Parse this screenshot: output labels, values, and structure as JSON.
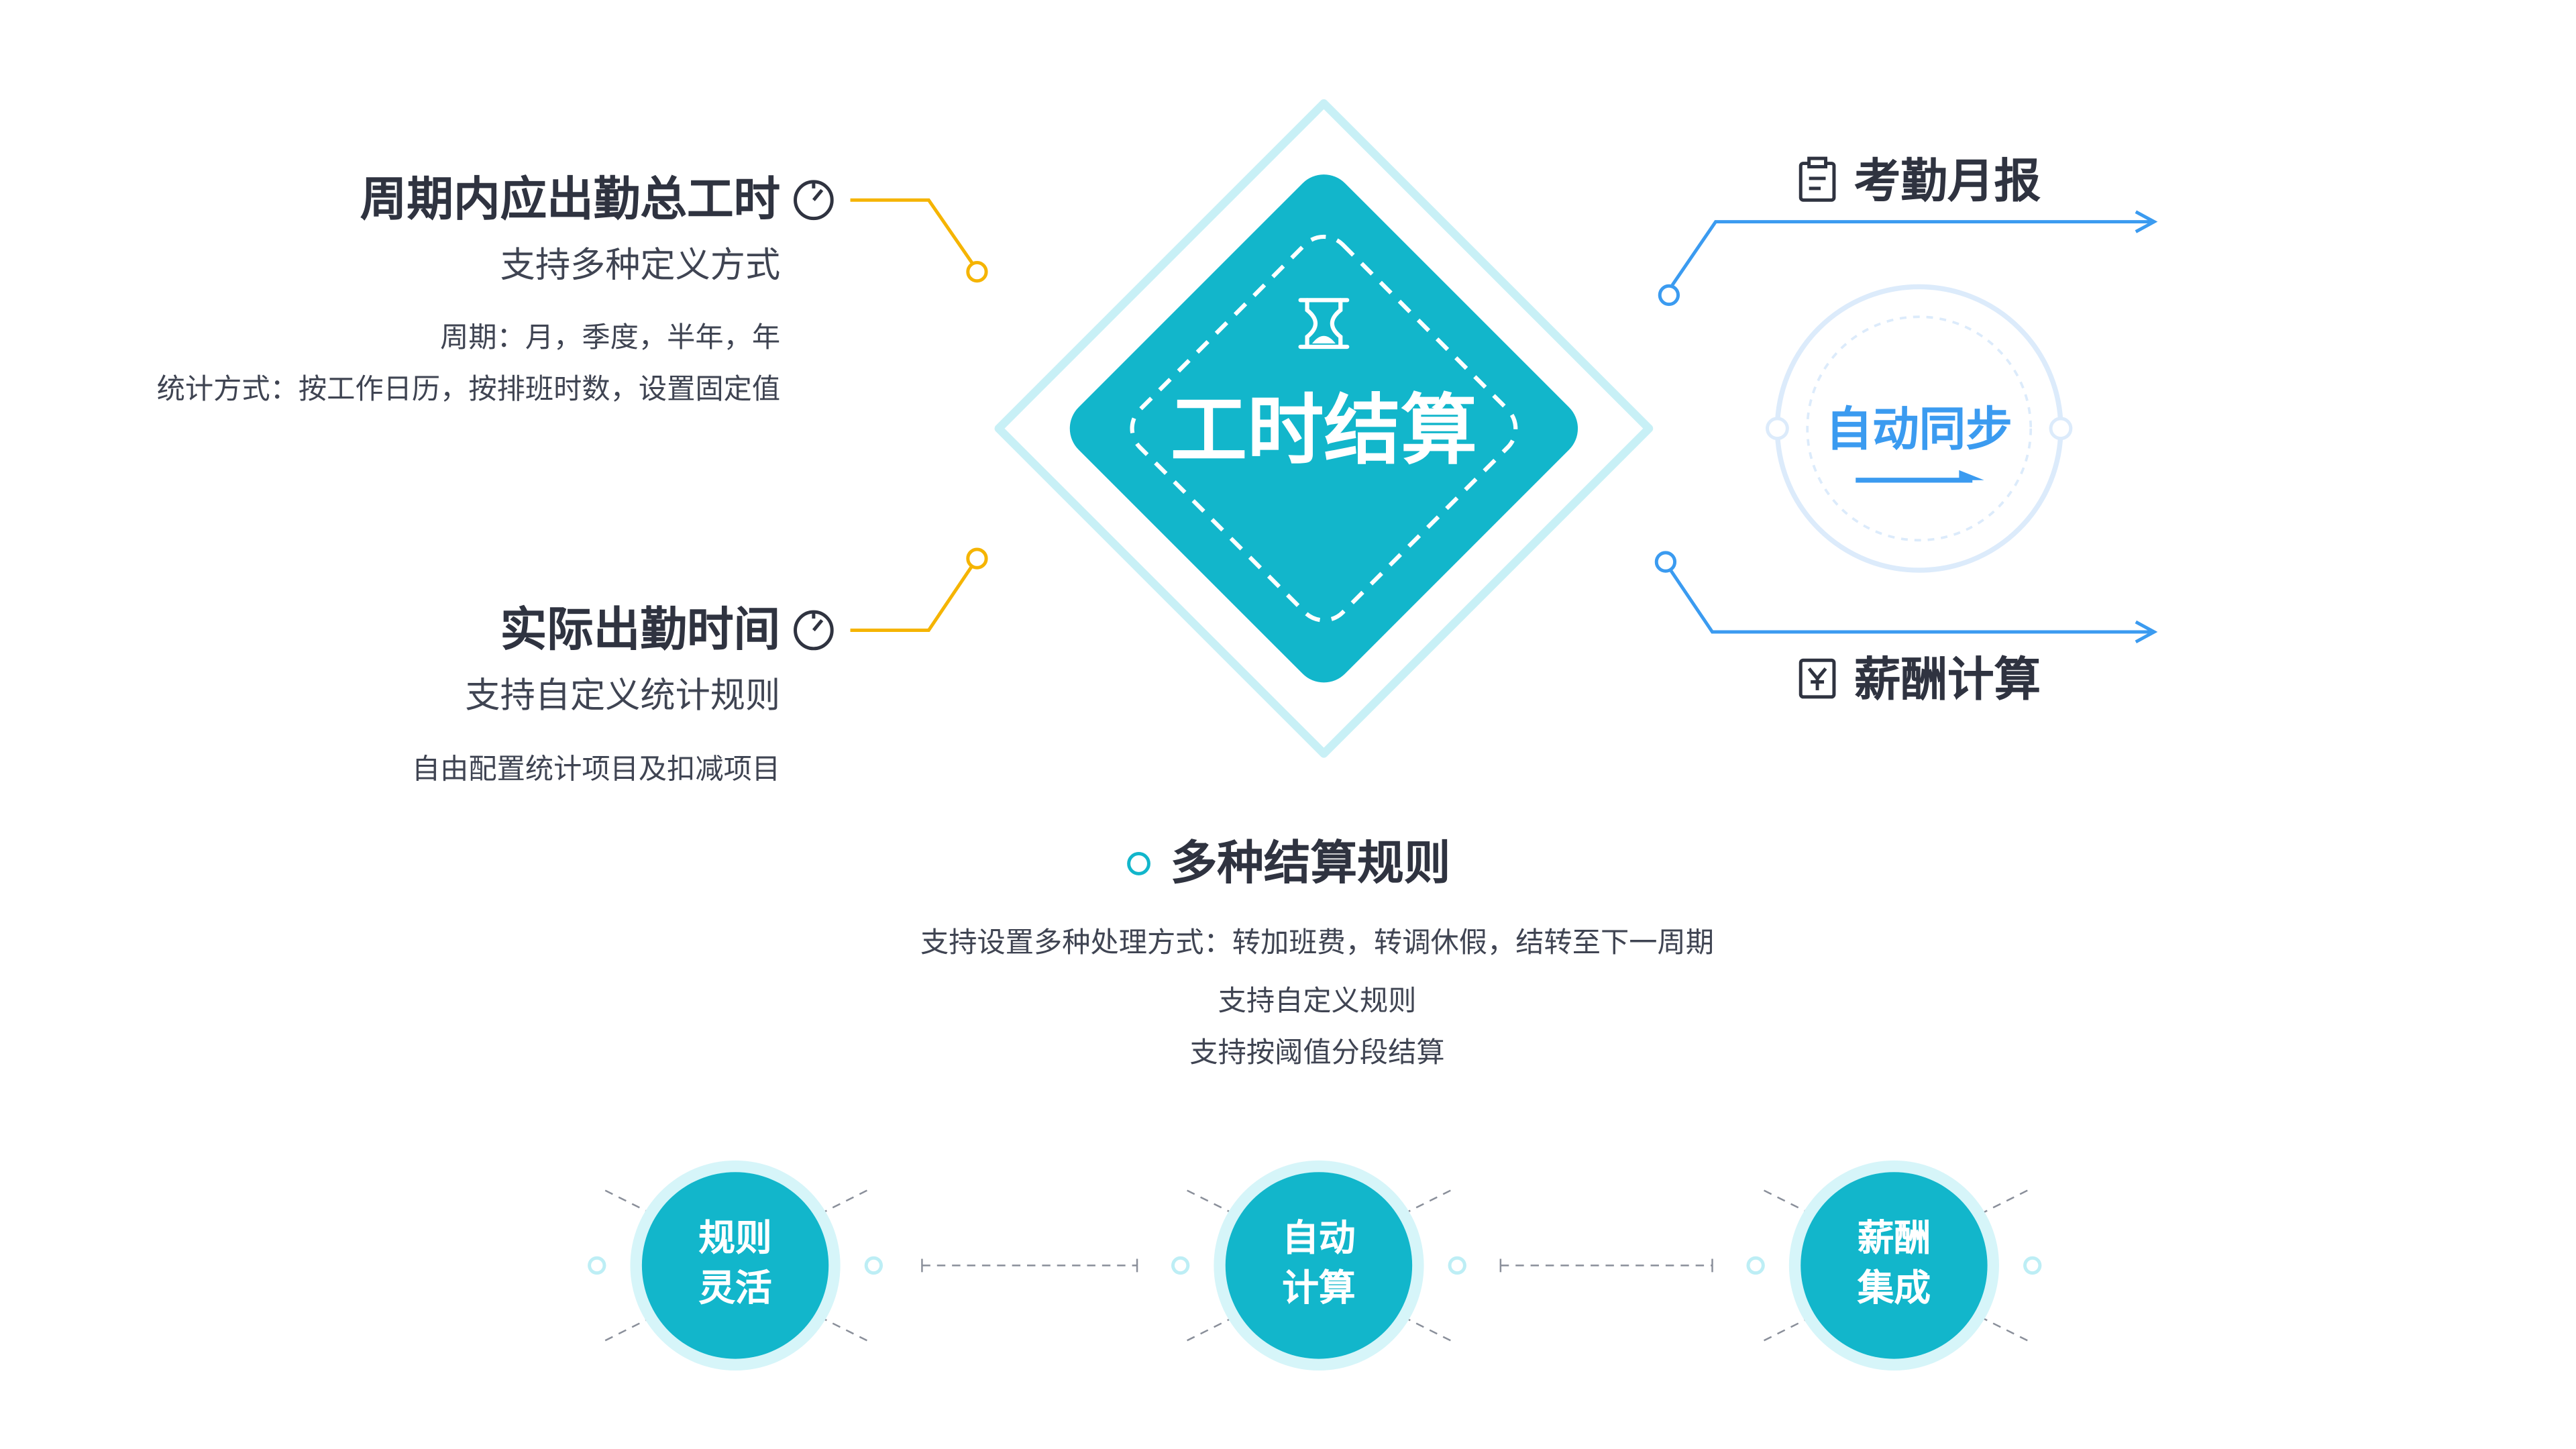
{
  "center": {
    "title": "工时结算",
    "icon": "hourglass-icon"
  },
  "left_top": {
    "title": "周期内应出勤总工时",
    "subtitle": "支持多种定义方式",
    "lines": [
      "周期：月，季度，半年，年",
      "统计方式：按工作日历，按排班时数，设置固定值"
    ]
  },
  "left_bottom": {
    "title": "实际出勤时间",
    "subtitle": "支持自定义统计规则",
    "lines": [
      "自由配置统计项目及扣减项目"
    ]
  },
  "right": {
    "top_label": "考勤月报",
    "sync_label": "自动同步",
    "bottom_label": "薪酬计算"
  },
  "rules": {
    "title": "多种结算规则",
    "lines": [
      "支持设置多种处理方式：转加班费，转调休假，结转至下一周期",
      "支持自定义规则",
      "支持按阈值分段结算"
    ]
  },
  "badges": [
    {
      "line1": "规则",
      "line2": "灵活"
    },
    {
      "line1": "自动",
      "line2": "计算"
    },
    {
      "line1": "薪酬",
      "line2": "集成"
    }
  ],
  "colors": {
    "teal": "#12b6cb",
    "pale_teal": "#bdeef5",
    "yellow": "#f5b400",
    "blue": "#3b9bf0",
    "text": "#2f3340"
  }
}
